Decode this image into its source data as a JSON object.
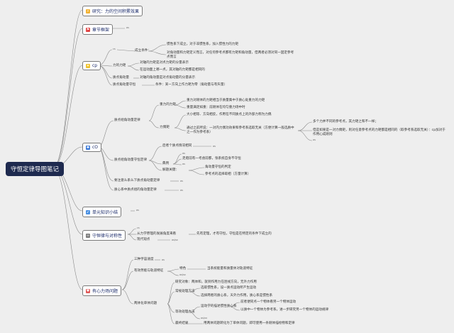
{
  "root": {
    "label": "守恒定律导图笔记"
  },
  "branches": {
    "b1": {
      "label": "研究：力的空间积累效果",
      "icon": "lightning-icon"
    },
    "b2": {
      "label": "章节框架",
      "icon": "flag-icon"
    },
    "b3": {
      "label": "cp",
      "icon": "bulb-icon"
    },
    "b4": {
      "label": "cO",
      "icon": "atom-icon"
    },
    "b5": {
      "label": "单元知识小结",
      "icon": "rocket-icon"
    },
    "b6": {
      "label": "守恒律与对称性",
      "icon": "link-icon"
    },
    "b7": {
      "label": "有心力场问题",
      "icon": "heart-icon"
    }
  },
  "b2_extra": {
    "tag": "as"
  },
  "b3_nodes": {
    "n1": "cs",
    "n1a": "成立条件：",
    "n1a1": "惯性系下成立，对于非惯性系，加入惯性力的力矩",
    "n1a2": "对角动量和力矩定义而言，对任何参考点都有力矩和角动量，但两者必须对同一固定参考点而言",
    "n2": "力的力矩",
    "n2a": "对轴的力矩是对点力矩的分量表示",
    "n2b": "在运动面上哪一点，其对轴的力矩都是相同的",
    "n3": "质点角动量",
    "n3a": "对轴的角动量是对点角动量的分量表示",
    "n4": "质点角动量守恒",
    "n4a": "条件：某一方向上作力矩为零（角动量与有矢量）"
  },
  "b4_nodes": {
    "s1": "质点组角动量定律",
    "s1a": "重力的力矩",
    "s1a1": "重力对刚体的力矩相当于质量集中于质心处重力的力矩",
    "s1a2": "重量满足如重：前刚体在均匀重力场中时",
    "s1b": "力偶矩",
    "s1b1": "大小相等、方向相反，作用在不同质点上的外部力称为力偶",
    "s1b2": "通过之前所说：一对内力偶功效果和参考系选取无关（方便计算一般选质中之一作为参考系）",
    "s1b2a": "多个力并不同的参考点，其力矩之和不一样；",
    "s1b2b": "但是如果是一对力偶矩，则对任意参考点的力矩都是相同的（取参考系选取无关）：cp加对于作用心成刚则",
    "s1b2c": "as",
    "s2": "质点组角动量守恒定律",
    "s2a": "后者个质点情况相同",
    "s2a1": "as",
    "s2b": "典例",
    "s2b1": "as",
    "s2b2": "走蹬前有一考虑前都，张系统自身不守恒",
    "s2b3": "as",
    "s2c": "解题关键：",
    "s2c1": "角动量守恒的判定",
    "s2c2": "参考点的选择取相（方量计算）",
    "s3": "要注意么系么下质点角动量定律",
    "s3a": "as",
    "s4": "质心系中质点组的角动量定律",
    "s4a": "as"
  },
  "b5_extra": {
    "tag": "as"
  },
  "b6_nodes": {
    "c1": "cs",
    "c2": "从力学原理的发展角度来看",
    "c2a": "先有定理，才有守恒，守恒是在特定的条件下成立的",
    "c3": "现代观点",
    "c3a": "as/sx"
  },
  "b7_nodes": {
    "d1": "三种宇宙速度",
    "d1a": "as",
    "d2": "有效势能与轨道特征",
    "d2a": "特色",
    "d2a1": "当系统能量和质量体对轨道特征",
    "d2b": "as/sx",
    "d3": "两体化单体问题",
    "d3a": "研究对象：两体和，就到作用力在连线方向，无外力作用",
    "d3b": "常规处理方法",
    "d3b1": "选取惯性系，设一质点运动所产生运动",
    "d3b2": "选择两者的质心系，天外力作用，质心系是惯性系",
    "d3c": "等效处理办法",
    "d3c1": "运动学的描述惯性质心系",
    "d3c1a": "前者便同点一个物体看另一个物体运动",
    "d3c1b": "以质中一个物体为参考系，进一步研究另一个物体的运动规律",
    "d3c2": "as/xx",
    "d3d": "最终结果",
    "d3d1": "用两体问题转化为了单体问题，即可使用一条刚体描绘物和定律"
  }
}
